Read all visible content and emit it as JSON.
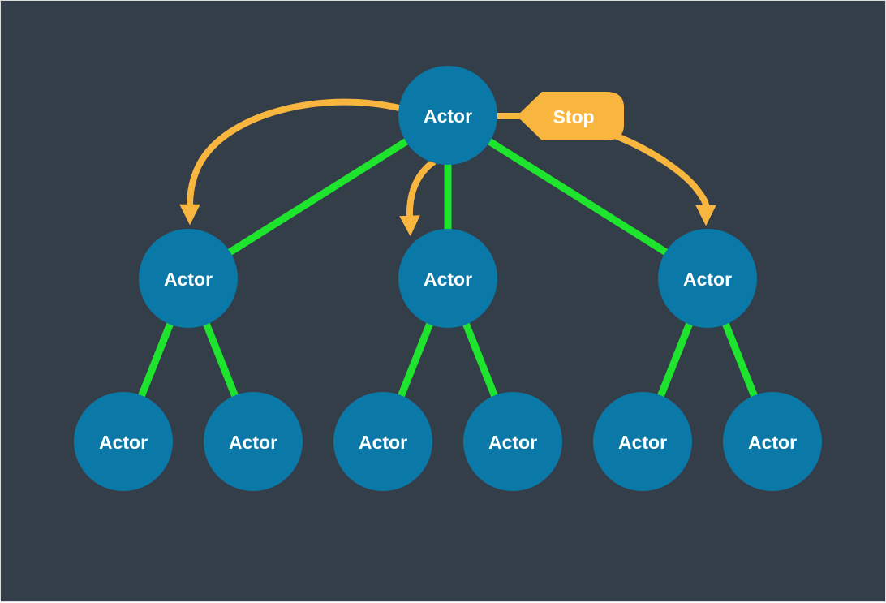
{
  "diagram": {
    "kind": "actor-supervision-tree"
  },
  "colors": {
    "background": "#333e48",
    "node_fill": "#0b79a7",
    "edge_green": "#1ee42d",
    "signal_orange": "#f9b63e",
    "label_text": "#ffffff",
    "frame_border": "#dcdcdc"
  },
  "nodes": [
    {
      "id": "root",
      "label": "Actor"
    },
    {
      "id": "supervisor-left",
      "label": "Actor"
    },
    {
      "id": "supervisor-center",
      "label": "Actor"
    },
    {
      "id": "supervisor-right",
      "label": "Actor"
    },
    {
      "id": "worker-left-1",
      "label": "Actor"
    },
    {
      "id": "worker-left-2",
      "label": "Actor"
    },
    {
      "id": "worker-center-1",
      "label": "Actor"
    },
    {
      "id": "worker-center-2",
      "label": "Actor"
    },
    {
      "id": "worker-right-1",
      "label": "Actor"
    },
    {
      "id": "worker-right-2",
      "label": "Actor"
    }
  ],
  "signal": {
    "label": "Stop"
  }
}
